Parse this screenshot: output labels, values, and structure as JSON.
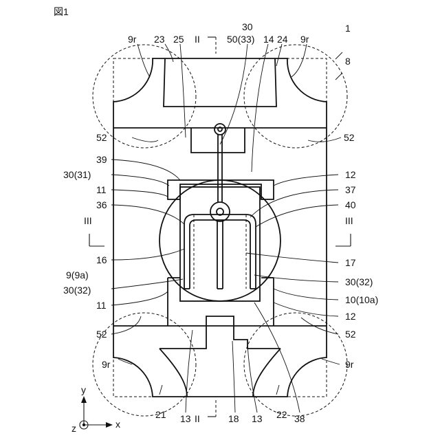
{
  "figure_title": "図1",
  "labels": {
    "l1": "1",
    "l8": "8",
    "l30top": "30",
    "l9r_tl": "9r",
    "l23": "23",
    "l25": "25",
    "lII_top": "II",
    "l50_33": "50(33)",
    "l14": "14",
    "l24": "24",
    "l9r_tr": "9r",
    "l52_lt": "52",
    "l52_rt": "52",
    "l39": "39",
    "l30_31": "30(31)",
    "l11_up": "11",
    "l36": "36",
    "lIII_l": "III",
    "l16": "16",
    "l9_9a": "9(9a)",
    "l30_32_l": "30(32)",
    "l11_dn": "11",
    "l52_lb": "52",
    "l9r_bl": "9r",
    "l21": "21",
    "l13_l": "13",
    "lII_bot": "II",
    "l18": "18",
    "l13_r": "13",
    "l22": "22",
    "l38": "38",
    "l12_up": "12",
    "l37": "37",
    "l40": "40",
    "lIII_r": "III",
    "l17": "17",
    "l30_32_r": "30(32)",
    "l10_10a": "10(10a)",
    "l12_dn": "12",
    "l52_rb": "52",
    "l9r_br": "9r"
  },
  "axes": {
    "y": "y",
    "x": "x",
    "z": "z"
  }
}
